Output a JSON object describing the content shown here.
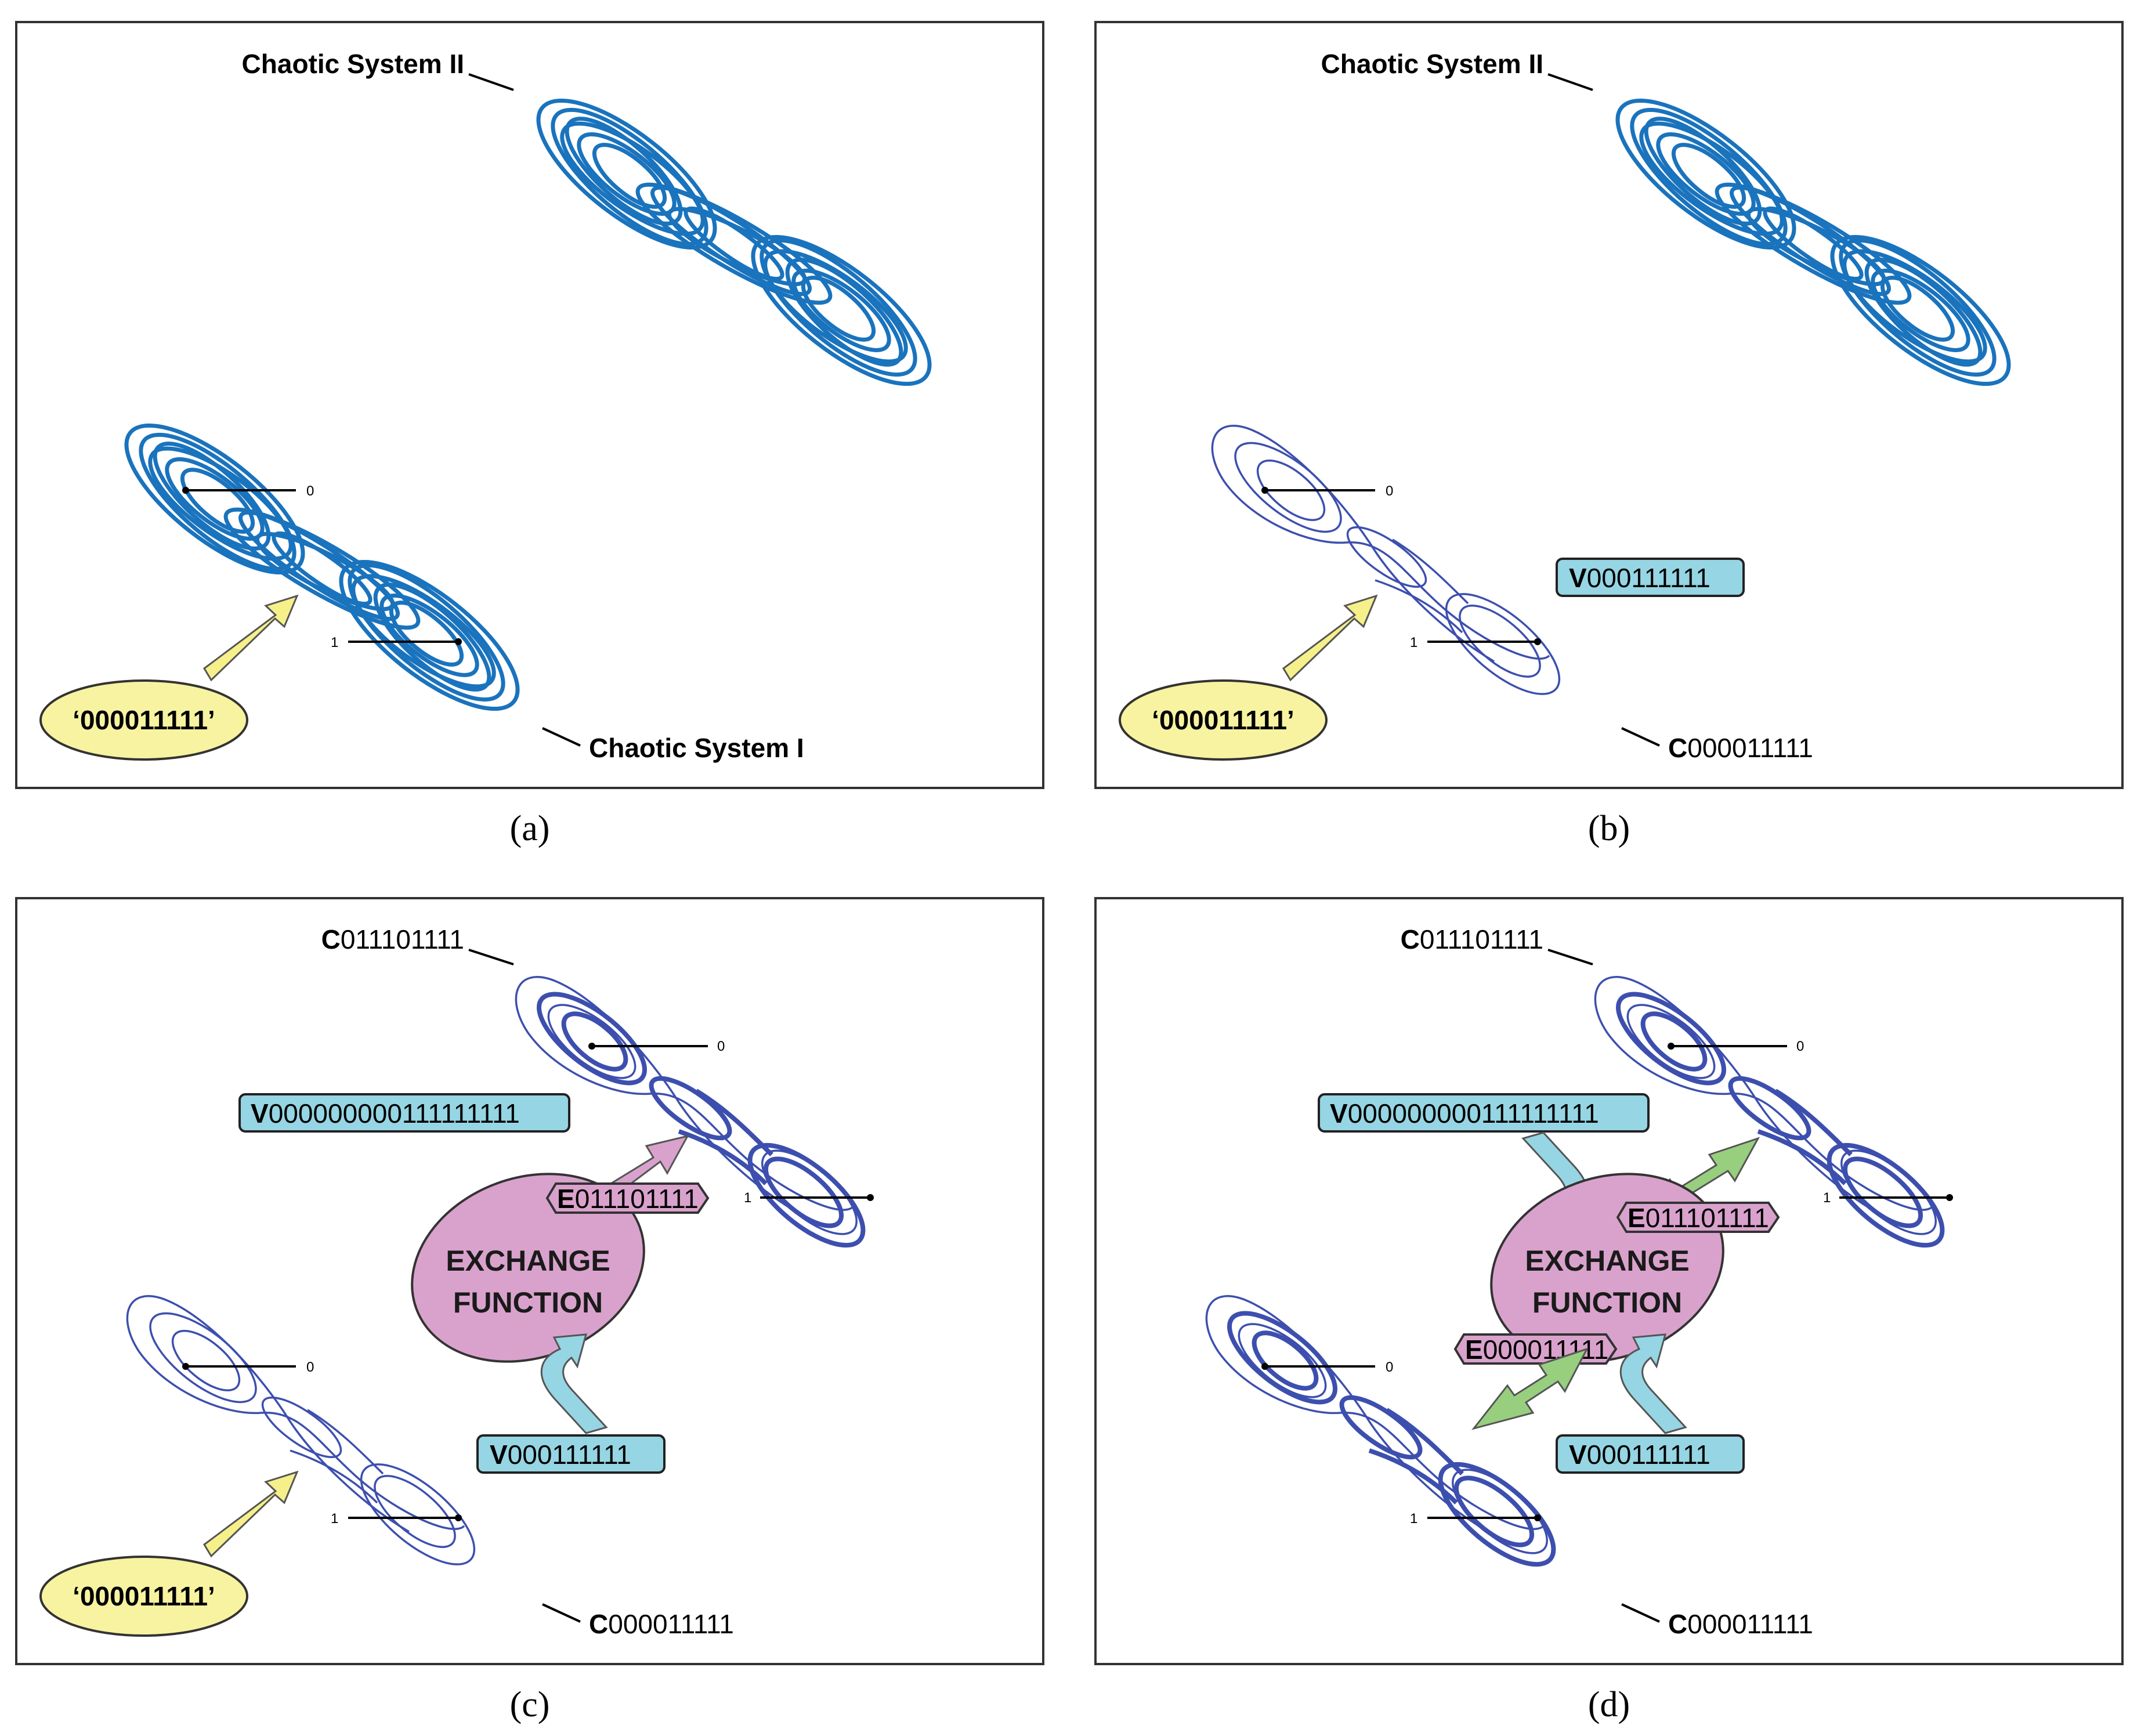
{
  "panels": [
    {
      "caption": "(a)",
      "system_top_label": "Chaotic System II",
      "system_bottom_label": "Chaotic System I",
      "input_bits": "‘000011111’",
      "marker_zero": "0",
      "marker_one": "1"
    },
    {
      "caption": "(b)",
      "system_top_label": "Chaotic System II",
      "bottom_code_prefix": "C",
      "bottom_code_value": "000011111",
      "input_bits": "‘000011111’",
      "v_prefix": "V",
      "v_value": "000111111",
      "marker_zero": "0",
      "marker_one": "1"
    },
    {
      "caption": "(c)",
      "top_code_prefix": "C",
      "top_code_value": "011101111",
      "bottom_code_prefix": "C",
      "bottom_code_value": "000011111",
      "input_bits": "‘000011111’",
      "v_long_prefix": "V",
      "v_long_value": "000000000111111111",
      "v_short_prefix": "V",
      "v_short_value": "000111111",
      "e_top_prefix": "E",
      "e_top_value": "011101111",
      "exchange_line1": "EXCHANGE",
      "exchange_line2": "FUNCTION",
      "marker_zero": "0",
      "marker_one": "1"
    },
    {
      "caption": "(d)",
      "top_code_prefix": "C",
      "top_code_value": "011101111",
      "bottom_code_prefix": "C",
      "bottom_code_value": "000011111",
      "v_long_prefix": "V",
      "v_long_value": "000000000111111111",
      "v_short_prefix": "V",
      "v_short_value": "000111111",
      "e_top_prefix": "E",
      "e_top_value": "011101111",
      "e_bottom_prefix": "E",
      "e_bottom_value": "000011111",
      "exchange_line1": "EXCHANGE",
      "exchange_line2": "FUNCTION",
      "marker_zero": "0",
      "marker_one": "1"
    }
  ],
  "colors": {
    "dense_attractor": "#1a73bd",
    "thin_attractor": "#3d4fae",
    "cyan_box": "#96d5e3",
    "yellow": "#f7f3a0",
    "yellow_arrow": "#f6f08a",
    "magenta": "#d9a2cc",
    "green_arrow": "#97cf7f"
  }
}
